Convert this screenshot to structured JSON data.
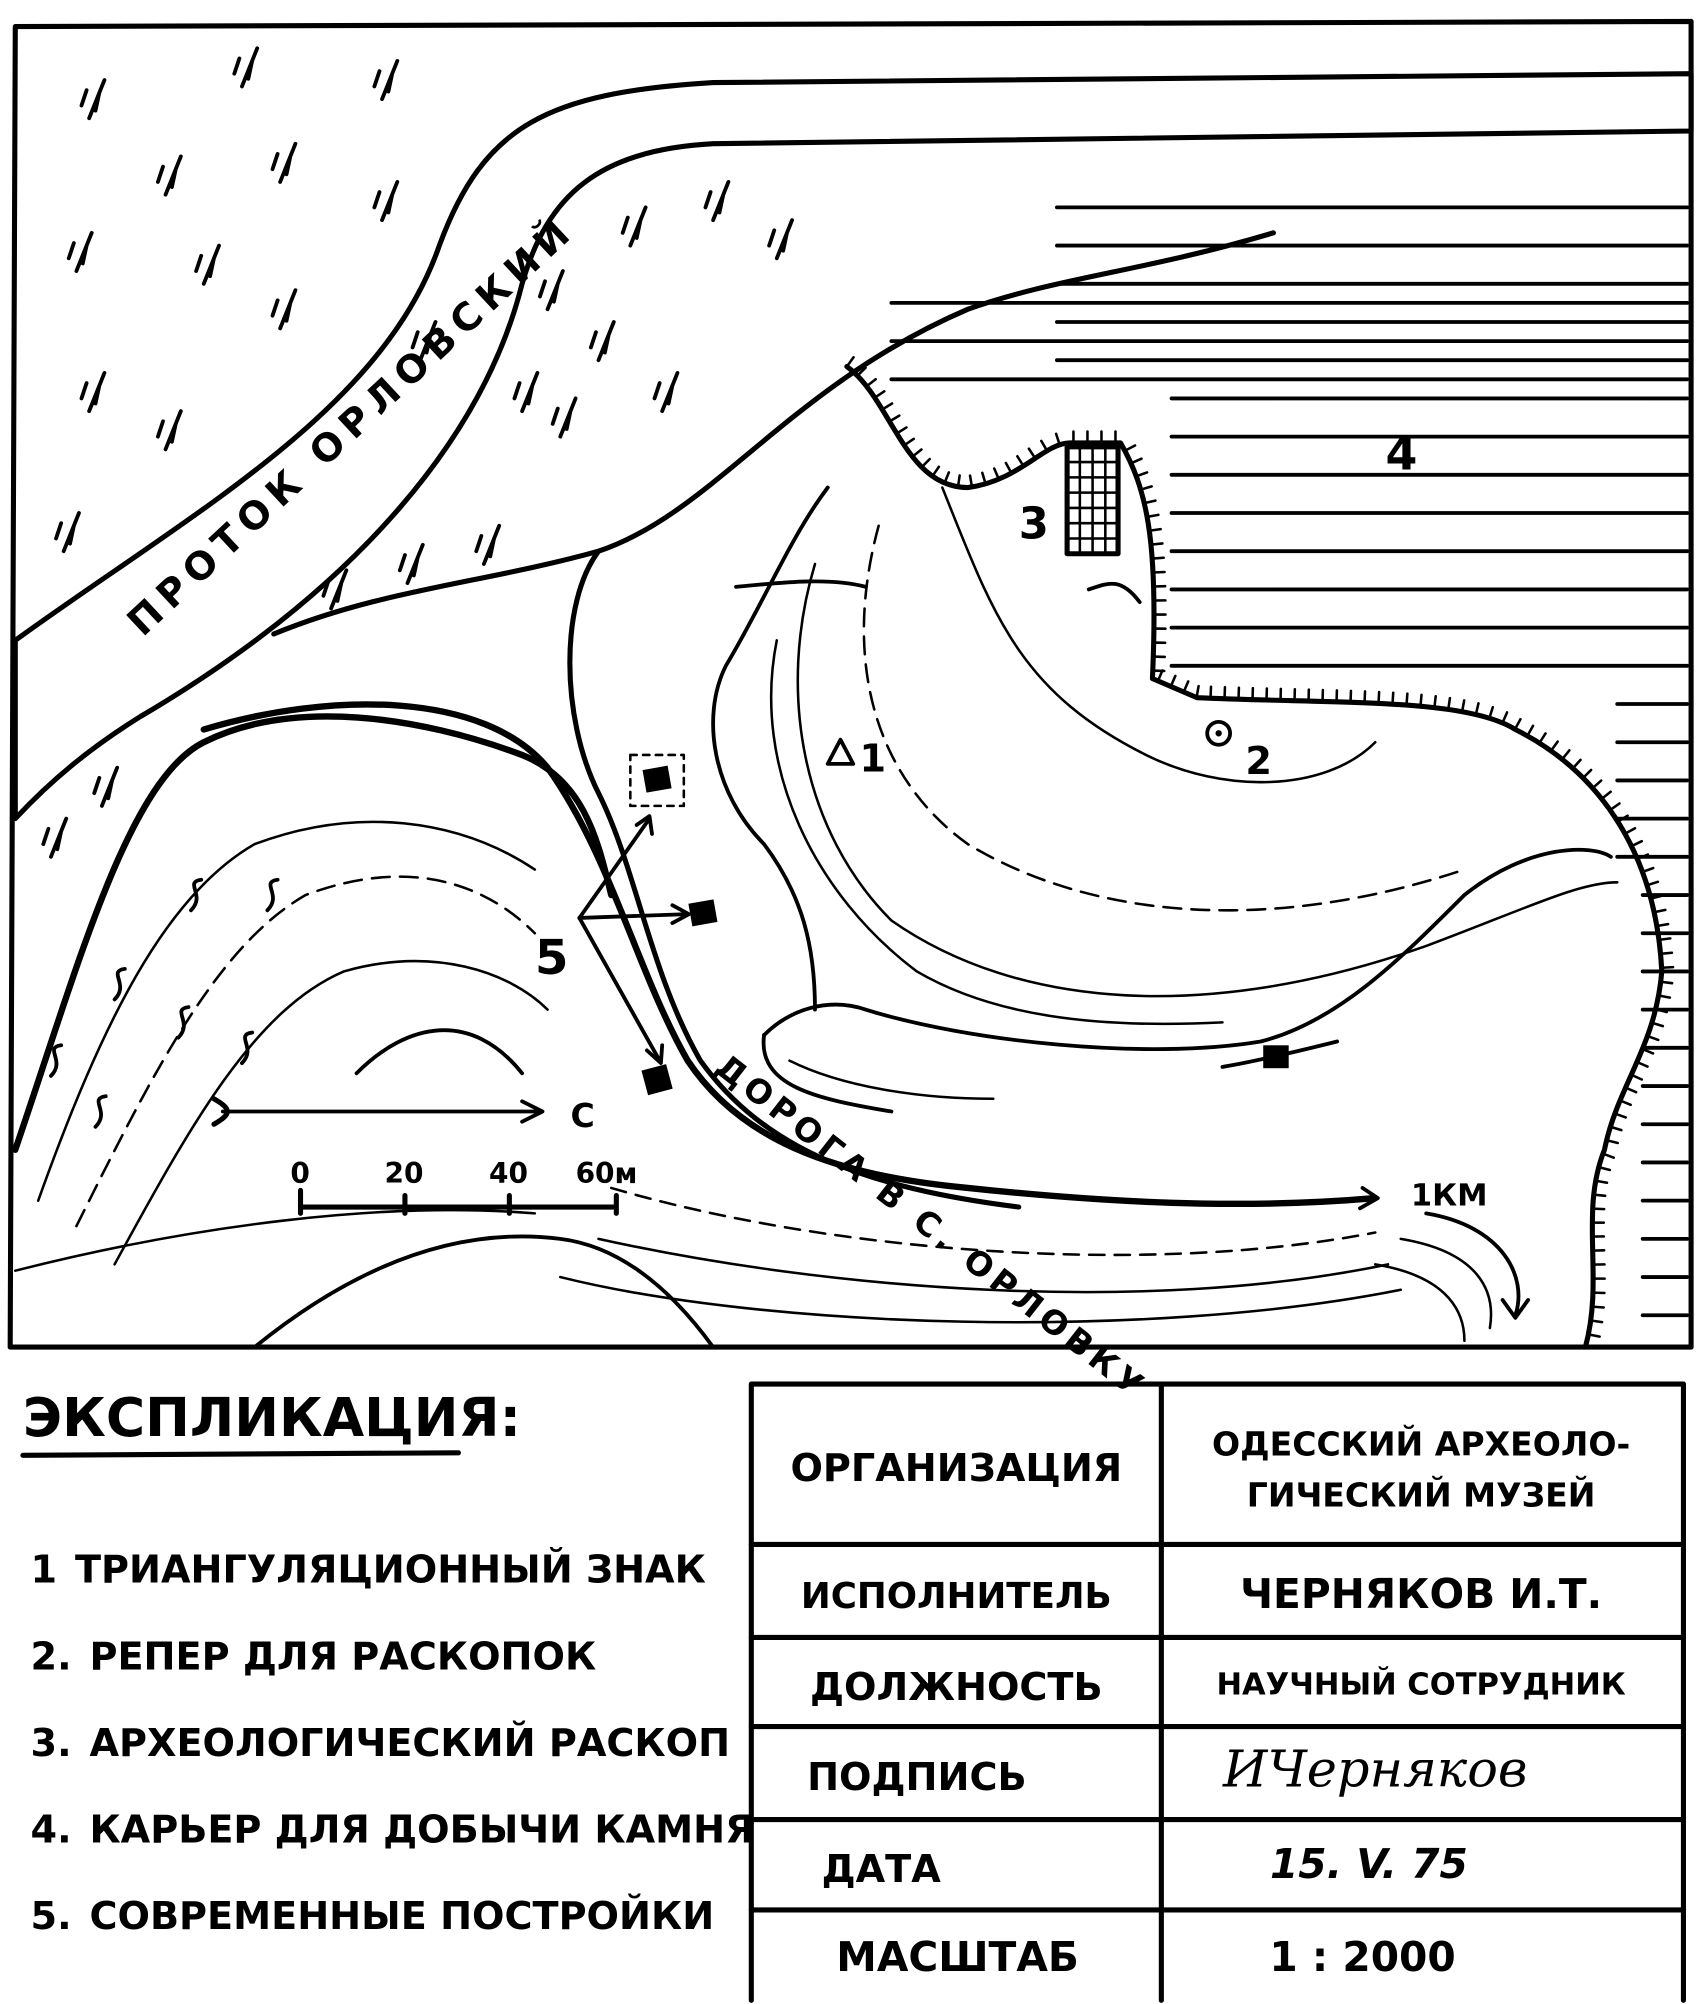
{
  "map": {
    "river_label": "ПРОТОК ОРЛОВСКИЙ",
    "road_label": "ДОРОГА В С. ОРЛОВКУ",
    "road_distance": "1КМ",
    "north_label": "С",
    "scale_bar": {
      "ticks": [
        "0",
        "20",
        "40",
        "60м"
      ]
    },
    "markers": {
      "triangulation": "1",
      "benchmark": "2",
      "excavation": "3",
      "quarry": "4",
      "buildings": "5"
    }
  },
  "legend": {
    "title": "ЭКСПЛИКАЦИЯ:",
    "items": [
      {
        "num": "1",
        "text": "ТРИАНГУЛЯЦИОННЫЙ ЗНАК"
      },
      {
        "num": "2.",
        "text": "РЕПЕР ДЛЯ РАСКОПОК"
      },
      {
        "num": "3.",
        "text": "АРХЕОЛОГИЧЕСКИЙ РАСКОП"
      },
      {
        "num": "4.",
        "text": "КАРЬЕР ДЛЯ ДОБЫЧИ КАМНЯ"
      },
      {
        "num": "5.",
        "text": "СОВРЕМЕННЫЕ ПОСТРОЙКИ"
      }
    ]
  },
  "title_block": {
    "rows": [
      {
        "label": "ОРГАНИЗАЦИЯ",
        "value": "ОДЕССКИЙ АРХЕОЛО-",
        "value2": "ГИЧЕСКИЙ МУЗЕЙ"
      },
      {
        "label": "ИСПОЛНИТЕЛЬ",
        "value": "ЧЕРНЯКОВ И.Т."
      },
      {
        "label": "ДОЛЖНОСТЬ",
        "value": "НАУЧНЫЙ СОТРУДНИК"
      },
      {
        "label": "ПОДПИСЬ",
        "value": "ИЧерняков"
      },
      {
        "label": "ДАТА",
        "value": "15. V. 75"
      },
      {
        "label": "МАСШТАБ",
        "value": "1 : 2000"
      }
    ]
  }
}
